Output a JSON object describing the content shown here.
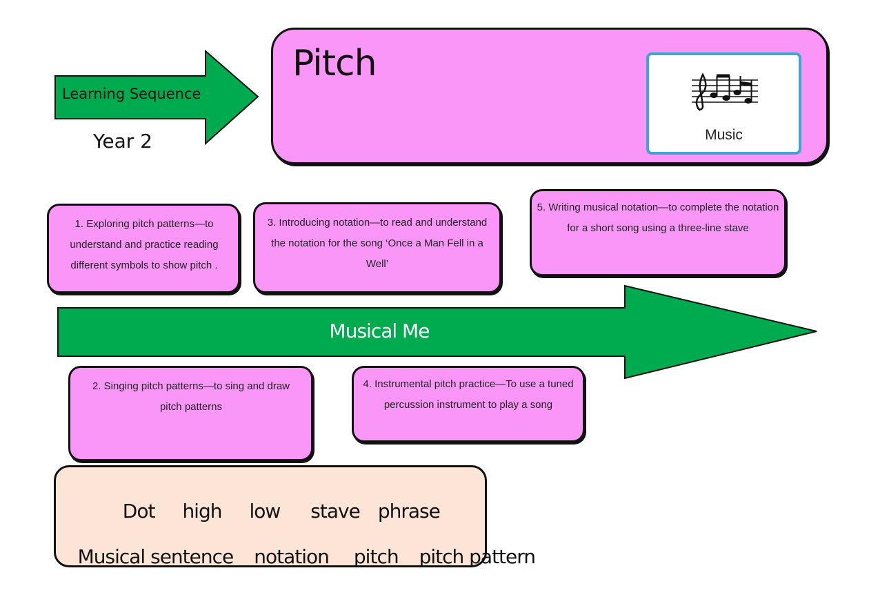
{
  "header": {
    "learning_sequence": "Learning Sequence",
    "year": "Year 2",
    "title": "Pitch",
    "music_label": "Music"
  },
  "steps": [
    {
      "id": 1,
      "text": "1. Exploring pitch patterns—to understand and practice reading different symbols to show pitch ."
    },
    {
      "id": 3,
      "text": "3. Introducing notation—to read and understand the notation for the song ‘Once a Man Fell in a Well’"
    },
    {
      "id": 5,
      "text": "5. Writing musical notation—to complete the notation for a short song using a three-line stave"
    },
    {
      "id": 2,
      "text": "2. Singing pitch patterns—to sing and draw pitch patterns"
    },
    {
      "id": 4,
      "text": "4. Instrumental pitch practice—To use a tuned percussion instrument to play a song"
    }
  ],
  "timeline_label": "Musical Me",
  "vocabulary": {
    "row1": [
      "Dot",
      "high",
      "low",
      "stave",
      "phrase"
    ],
    "row2": [
      "Musical sentence",
      "notation",
      "pitch",
      "pitch pattern"
    ]
  },
  "colors": {
    "arrow_green": "#00aa4f",
    "card_pink": "#f996f8",
    "vocab_peach": "#fce4d6",
    "music_border": "#3aa6d1"
  }
}
